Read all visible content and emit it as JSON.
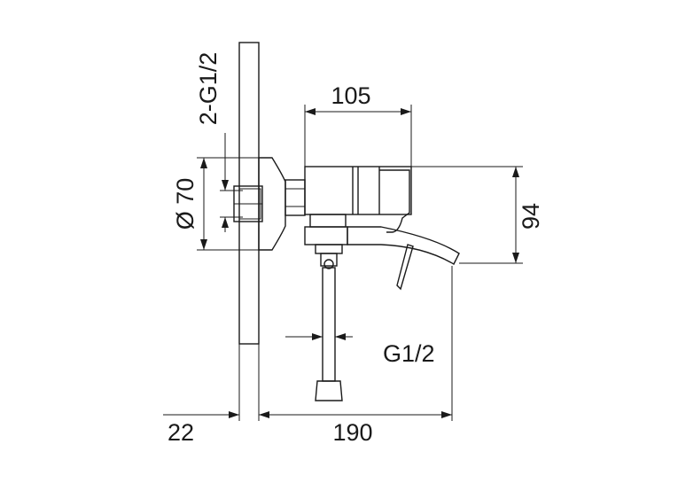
{
  "diagram": {
    "labels": {
      "thread_connection": "2-G1/2",
      "flange_diameter": "Ø 70",
      "spout_depth": "105",
      "height": "94",
      "hose_thread": "G1/2",
      "wall_offset": "22",
      "total_projection": "190"
    },
    "colors": {
      "line": "#1a1a1a",
      "background": "#ffffff"
    }
  }
}
